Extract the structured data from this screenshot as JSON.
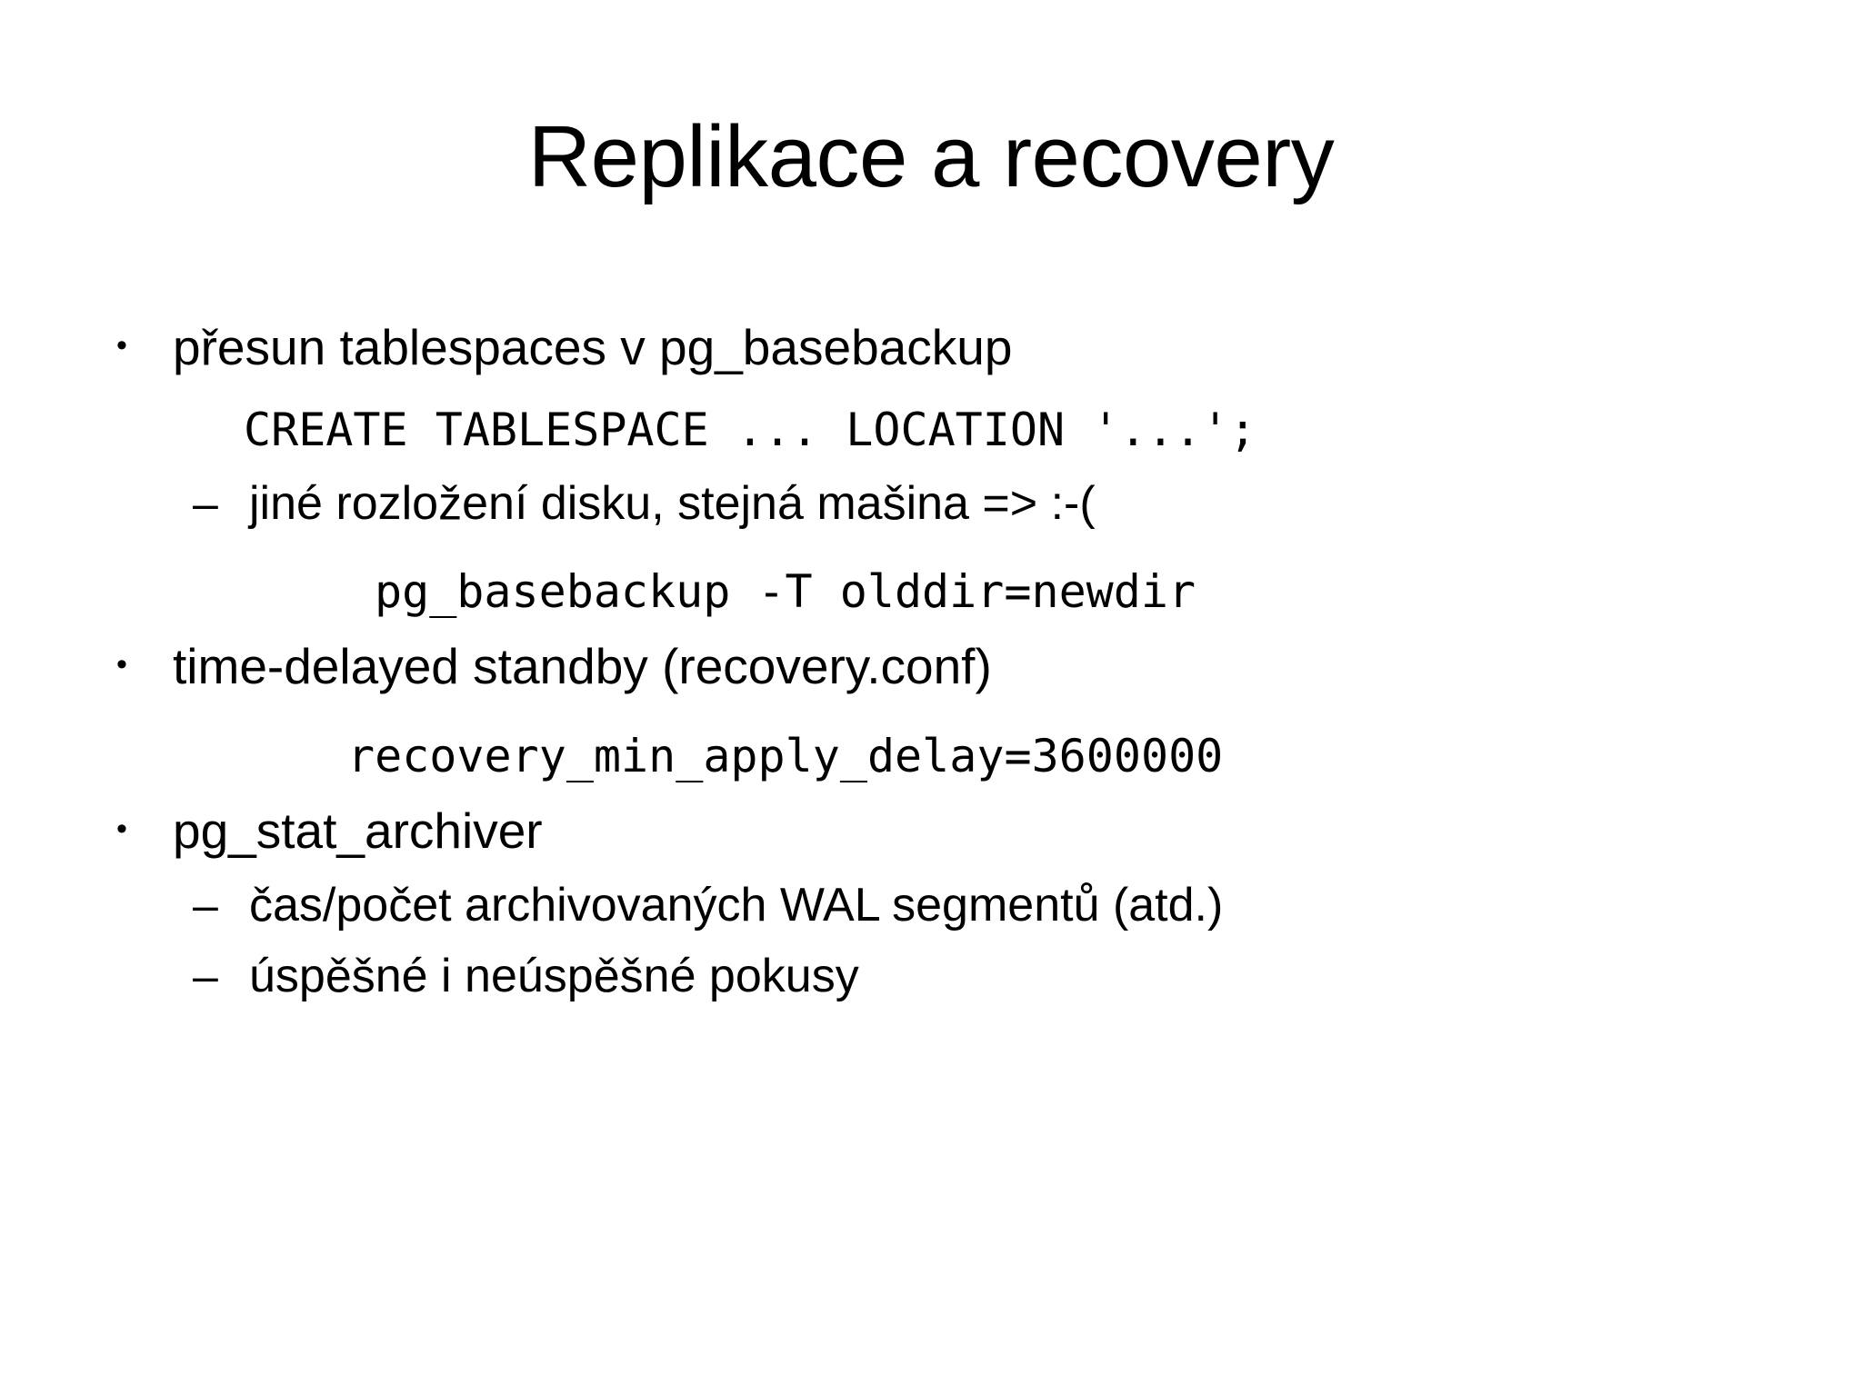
{
  "slide": {
    "title": "Replikace a recovery",
    "background_color": "#ffffff",
    "text_color": "#000000",
    "bullet_glyph": "•",
    "dash_glyph": "–",
    "content": [
      {
        "level": 1,
        "kind": "bullet",
        "text": "přesun tablespaces v pg_basebackup"
      },
      {
        "level": 2,
        "kind": "code",
        "text": "CREATE TABLESPACE ... LOCATION '...';"
      },
      {
        "level": 2,
        "kind": "dash",
        "text": "jiné rozložení disku, stejná mašina => :-("
      },
      {
        "level": 3,
        "kind": "code",
        "text": "pg_basebackup -T olddir=newdir"
      },
      {
        "level": 1,
        "kind": "bullet",
        "text": "time-delayed standby (recovery.conf)"
      },
      {
        "level": 3,
        "kind": "code",
        "text": "recovery_min_apply_delay=3600000"
      },
      {
        "level": 1,
        "kind": "bullet",
        "text": "pg_stat_archiver"
      },
      {
        "level": 2,
        "kind": "dash",
        "text": "čas/počet archivovaných WAL segmentů (atd.)"
      },
      {
        "level": 2,
        "kind": "dash",
        "text": "úspěšné i neúspěšné pokusy"
      }
    ]
  }
}
